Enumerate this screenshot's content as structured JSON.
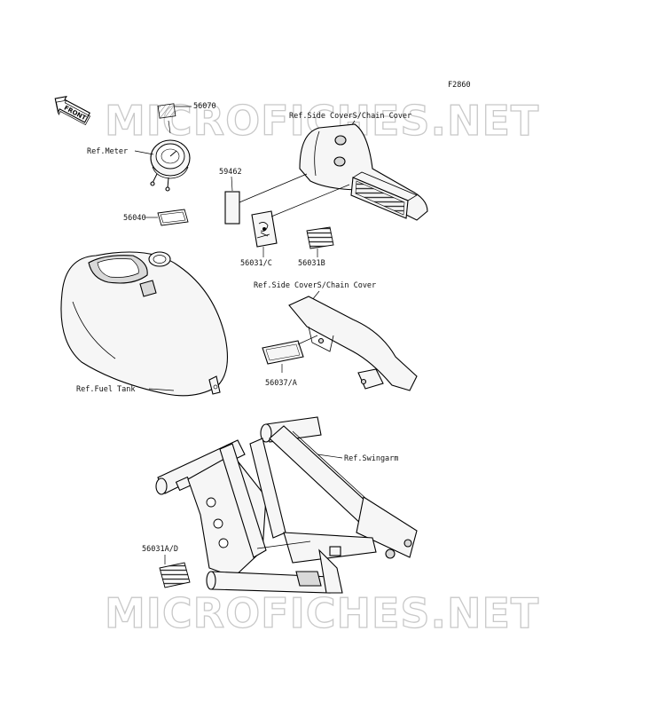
{
  "figure_code": "F2860",
  "front_arrow_text": "FRONT",
  "watermark": "MICROFICHES.NET",
  "colors": {
    "watermark": "#c8c8c8",
    "line": "#000000",
    "label_fill": "#d0d0d0"
  },
  "labels": {
    "p56070": "56070",
    "ref_meter": "Ref.Meter",
    "ref_side_cover_top": "Ref.Side CoverS/Chain Cover",
    "p59462": "59462",
    "p56040": "56040",
    "p56031c": "56031/C",
    "p56031b": "56031B",
    "ref_side_cover_mid": "Ref.Side CoverS/Chain Cover",
    "p56037a": "56037/A",
    "ref_fuel_tank": "Ref.Fuel Tank",
    "ref_swingarm": "Ref.Swingarm",
    "p56031ad": "56031A/D"
  }
}
